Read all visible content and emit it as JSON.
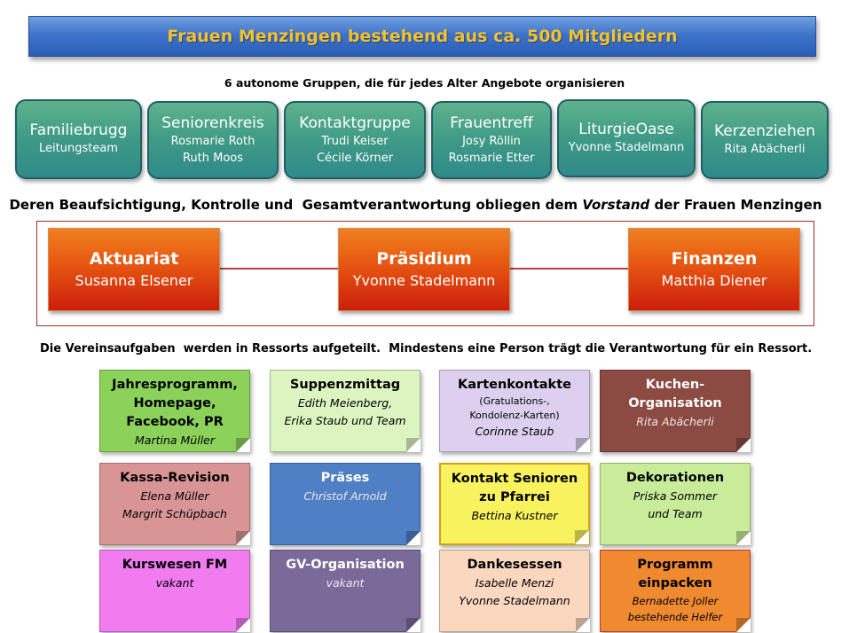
{
  "title": "Frauen Menzingen bestehend aus ca. 500 Mitgliedern",
  "groups_heading": "6 autonome Gruppen, die für jedes Alter Angebote organisieren",
  "groups": [
    {
      "name": "Familiebrugg",
      "people": [
        "Leitungsteam"
      ]
    },
    {
      "name": "Seniorenkreis",
      "people": [
        "Rosmarie Roth",
        "Ruth Moos"
      ]
    },
    {
      "name": "Kontaktgruppe",
      "people": [
        "Trudi Keiser",
        "Cécile Körner"
      ]
    },
    {
      "name": "Frauentreff",
      "people": [
        "Josy Röllin",
        "Rosmarie Etter"
      ]
    },
    {
      "name": "LiturgieOase",
      "people": [
        "Yvonne Stadelmann"
      ]
    },
    {
      "name": "Kerzenziehen",
      "people": [
        "Rita Abächerli"
      ]
    }
  ],
  "board_heading_part1": "Deren Beaufsichtigung, Kontrolle und  Gesamtverantwortung obliegen dem ",
  "board_heading_italic": "Vorstand",
  "board_heading_part2": " der Frauen Menzingen",
  "board": [
    {
      "role": "Aktuariat",
      "person": "Susanna Elsener"
    },
    {
      "role": "Präsidium",
      "person": "Yvonne Stadelmann"
    },
    {
      "role": "Finanzen",
      "person": "Matthia Diener"
    }
  ],
  "ressorts_heading": "Die Vereinsaufgaben  werden in Ressorts aufgeteilt.  Mindestens eine Person trägt die Verantwortung für ein Ressort.",
  "ressorts": [
    {
      "title": [
        "Jahresprogramm,",
        "Homepage,",
        "Facebook,  PR"
      ],
      "sub": [],
      "people": [
        "Martina Müller"
      ],
      "color": "#8cd25a"
    },
    {
      "title": [
        "Suppenzmittag"
      ],
      "sub": [],
      "people": [
        "Edith Meienberg,",
        "Erika Staub und Team"
      ],
      "color": "#dcf5c0"
    },
    {
      "title": [
        "Kartenkontakte"
      ],
      "sub": [
        "(Gratulations-,",
        "Kondolenz-Karten)"
      ],
      "people": [
        "Corinne Staub"
      ],
      "color": "#dcd0ee"
    },
    {
      "title": [
        "Kuchen-",
        "Organisation"
      ],
      "sub": [],
      "people": [
        "Rita Abächerli"
      ],
      "color": "#8b4a42"
    },
    {
      "title": [
        "Kassa-Revision"
      ],
      "sub": [],
      "people": [
        "Elena Müller",
        "Margrit Schüpbach"
      ],
      "color": "#d99595"
    },
    {
      "title": [
        "Präses"
      ],
      "sub": [],
      "people": [
        "Christof Arnold"
      ],
      "color": "#4f7fc4"
    },
    {
      "title": [
        "Kontakt Senioren",
        "zu Pfarrei"
      ],
      "sub": [],
      "people": [
        "Bettina Kustner"
      ],
      "color": "#f8f25e"
    },
    {
      "title": [
        "Dekorationen"
      ],
      "sub": [],
      "people": [
        "Priska Sommer",
        "und Team"
      ],
      "color": "#c8ec9a"
    },
    {
      "title": [
        "Kurswesen FM"
      ],
      "sub": [],
      "people": [
        "vakant"
      ],
      "color": "#f07cf0"
    },
    {
      "title": [
        "GV-Organisation"
      ],
      "sub": [],
      "people": [
        "vakant"
      ],
      "color": "#7a6a9a"
    },
    {
      "title": [
        "Dankesessen"
      ],
      "sub": [],
      "people": [
        "Isabelle Menzi",
        "Yvonne Stadelmann"
      ],
      "color": "#fad8c0"
    },
    {
      "title": [
        "Programm",
        "einpacken"
      ],
      "sub": [],
      "people": [
        "Bernadette Joller",
        "bestehende Helfer"
      ],
      "color": "#f08a30"
    }
  ]
}
